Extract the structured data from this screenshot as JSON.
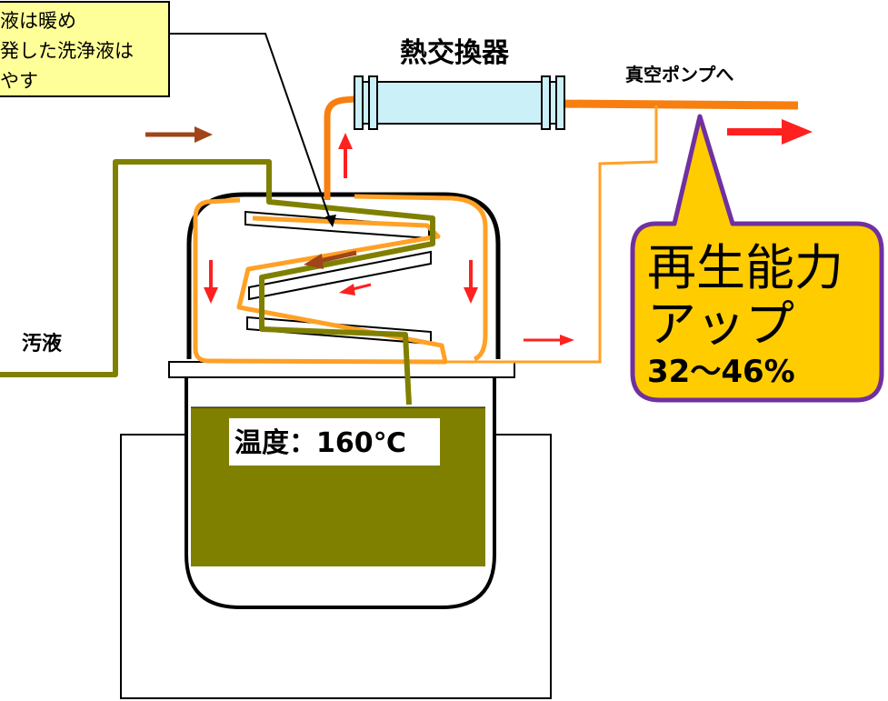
{
  "note": {
    "lines": [
      "液は暖め",
      "発した洗浄液は",
      "やす"
    ]
  },
  "labels": {
    "heat_exchanger": "熱交換器",
    "vacuum_pump": "真空ポンプへ",
    "dirty_liquid": "汚液",
    "temperature": "温度：160℃"
  },
  "callout": {
    "line1": "再生能力",
    "line2": "アップ",
    "line3": "32～46%"
  },
  "colors": {
    "olive": "#808000",
    "orange_light": "#ffa126",
    "orange_dark": "#f77f10",
    "arrow_red": "#ff2020",
    "arrow_brown": "#a0441a",
    "exchanger_fill": "#ccf0f8",
    "note_fill": "#ffff99",
    "callout_fill": "#ffcc00",
    "callout_border": "#7030a0"
  }
}
